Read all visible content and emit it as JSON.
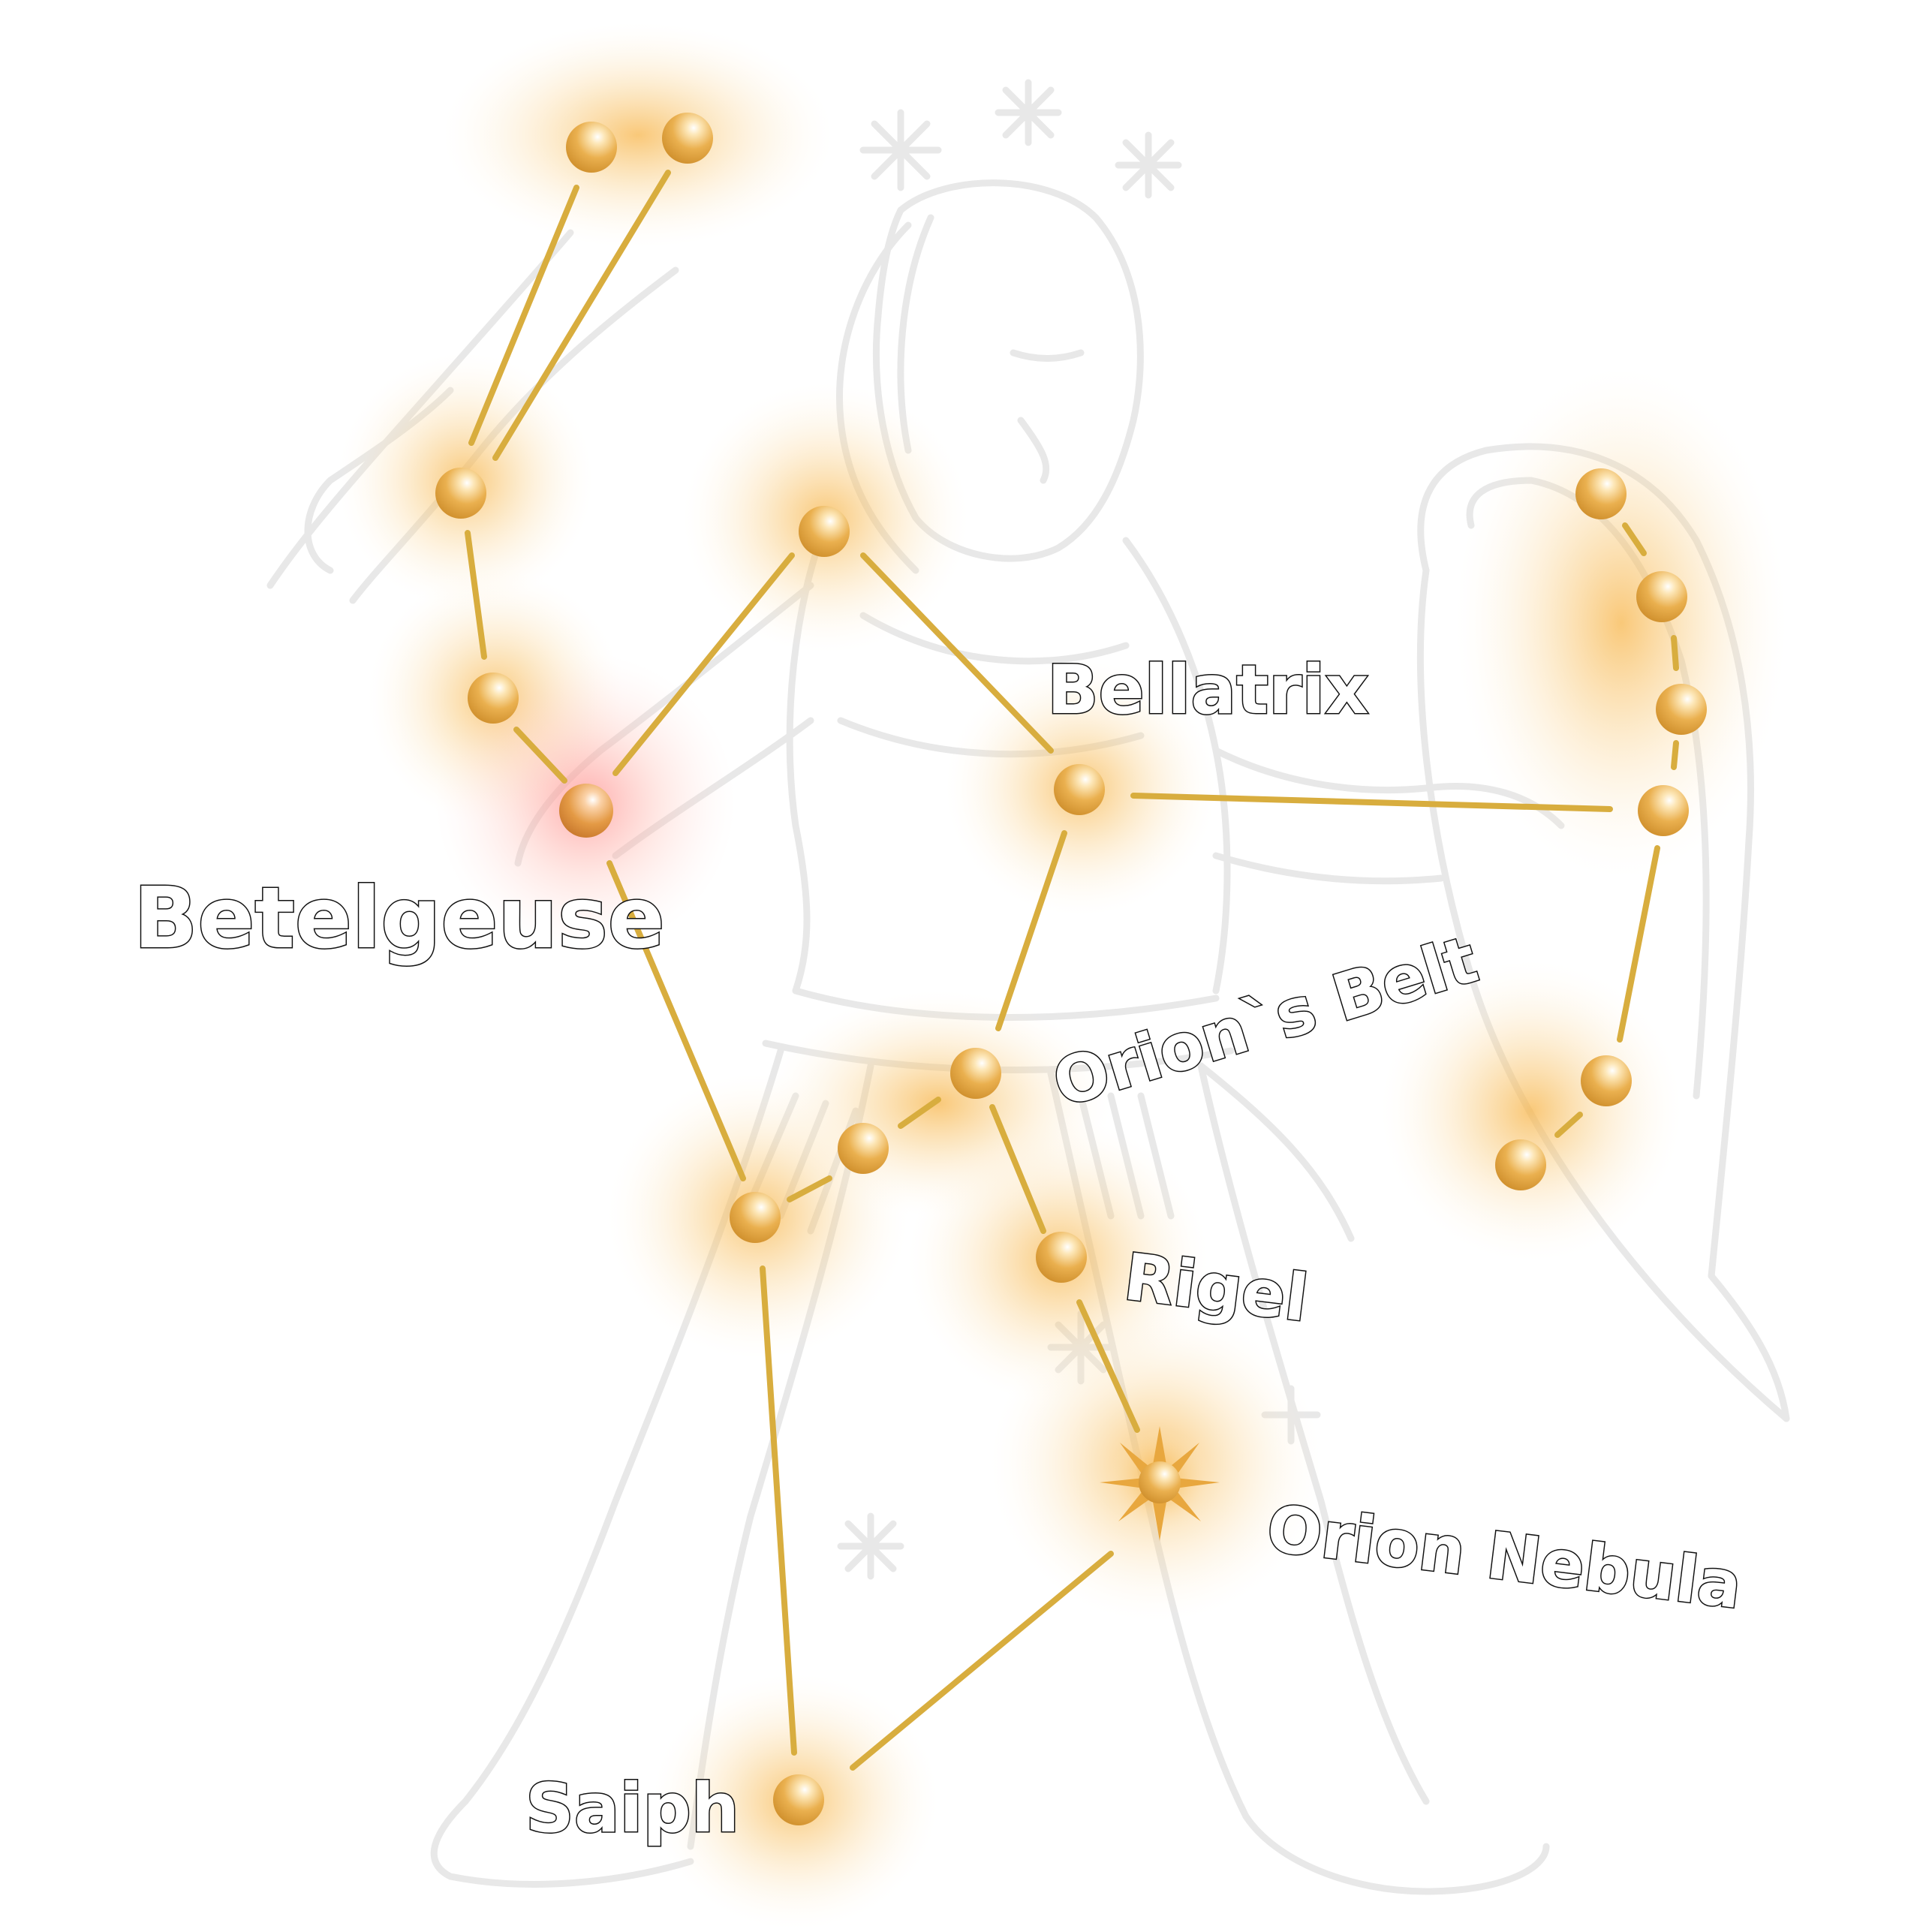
{
  "title": "",
  "colors": {
    "background": "#ffffff",
    "star": "#e8b04a",
    "star_glow": "#f7c46c",
    "red_glow": "#ff9a9a",
    "line": "#d8ad3e",
    "figure": "#e8e8e8",
    "label_fill": "#ffffff",
    "label_outline": "#111111"
  },
  "labels": {
    "betelgeuse": "Betelgeuse",
    "bellatrix": "Bellatrix",
    "orions_belt": "Orion`s Belt",
    "rigel": "Rigel",
    "orion_nebula": "Orion Nebula",
    "saiph": "Saiph"
  },
  "background_figure": "orion-hunter-woodcut-illustration"
}
